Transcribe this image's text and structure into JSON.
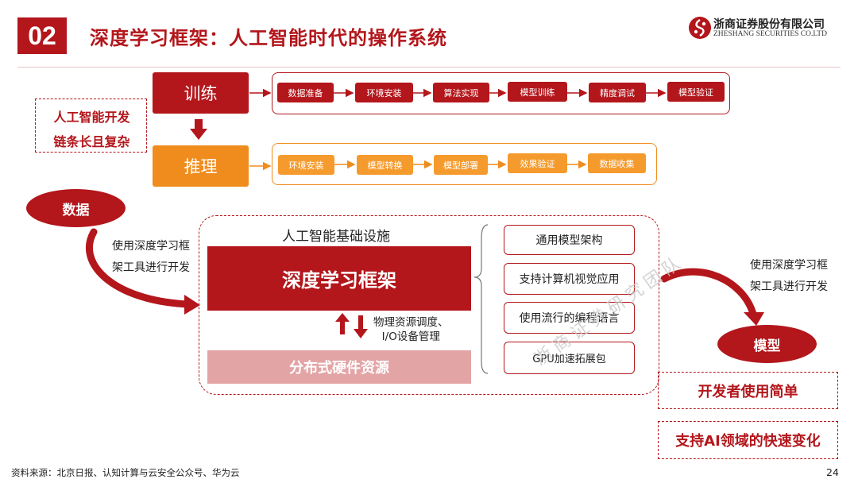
{
  "header": {
    "number": "02",
    "title": "深度学习框架：人工智能时代的操作系统",
    "logo_cn": "浙商证券股份有限公司",
    "logo_en": "ZHESHANG SECURITIES CO.LTD"
  },
  "training": {
    "label": "训练",
    "steps": [
      "数据准备",
      "环境安装",
      "算法实现",
      "模型训练",
      "精度调试",
      "模型验证"
    ]
  },
  "inference": {
    "label": "推理",
    "steps": [
      "环境安装",
      "模型转换",
      "模型部署",
      "效果验证",
      "数据收集"
    ]
  },
  "complexity": {
    "line1": "人工智能开发",
    "line2": "链条长且复杂"
  },
  "data_node": {
    "label": "数据",
    "desc_line1": "使用深度学习框",
    "desc_line2": "架工具进行开发"
  },
  "model_node": {
    "label": "模型",
    "desc_line1": "使用深度学习框",
    "desc_line2": "架工具进行开发"
  },
  "infrastructure": {
    "title": "人工智能基础设施",
    "framework": "深度学习框架",
    "resource_line1": "物理资源调度、",
    "resource_line2": "I/O设备管理",
    "hardware": "分布式硬件资源",
    "features": [
      "通用模型架构",
      "支持计算机视觉应用",
      "使用流行的编程语言",
      "GPU加速拓展包"
    ]
  },
  "benefits": [
    "开发者使用简单",
    "支持AI领域的快速变化"
  ],
  "watermark": "浙商证券研究团队",
  "footer": {
    "source": "资料来源：北京日报、认知计算与云安全公众号、华为云",
    "page": "24"
  },
  "colors": {
    "brand_red": "#b3161b",
    "accent_orange": "#f08c1e",
    "light_red": "#e3a4a6"
  }
}
